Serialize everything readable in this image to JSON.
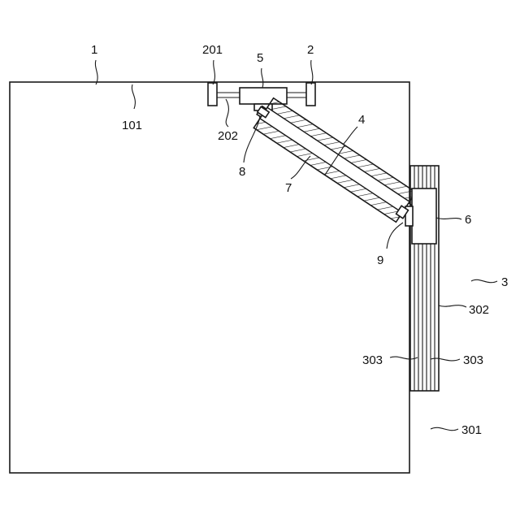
{
  "figure": {
    "labels": {
      "housing": "1",
      "housing_top": "101",
      "bracket": "2",
      "bracket_left_post": "201",
      "bracket_rail": "202",
      "rail_assembly": "3",
      "rail_frame": "301",
      "rail_track": "302",
      "rail_groove_left": "303",
      "rail_groove_right": "303",
      "arm": "4",
      "top_pivot_block": "5",
      "slider_block": "6",
      "arm_inner_rod": "7",
      "top_joint": "8",
      "bottom_joint": "9"
    },
    "colors": {
      "stroke": "#1a1a1a",
      "background": "#ffffff"
    }
  }
}
